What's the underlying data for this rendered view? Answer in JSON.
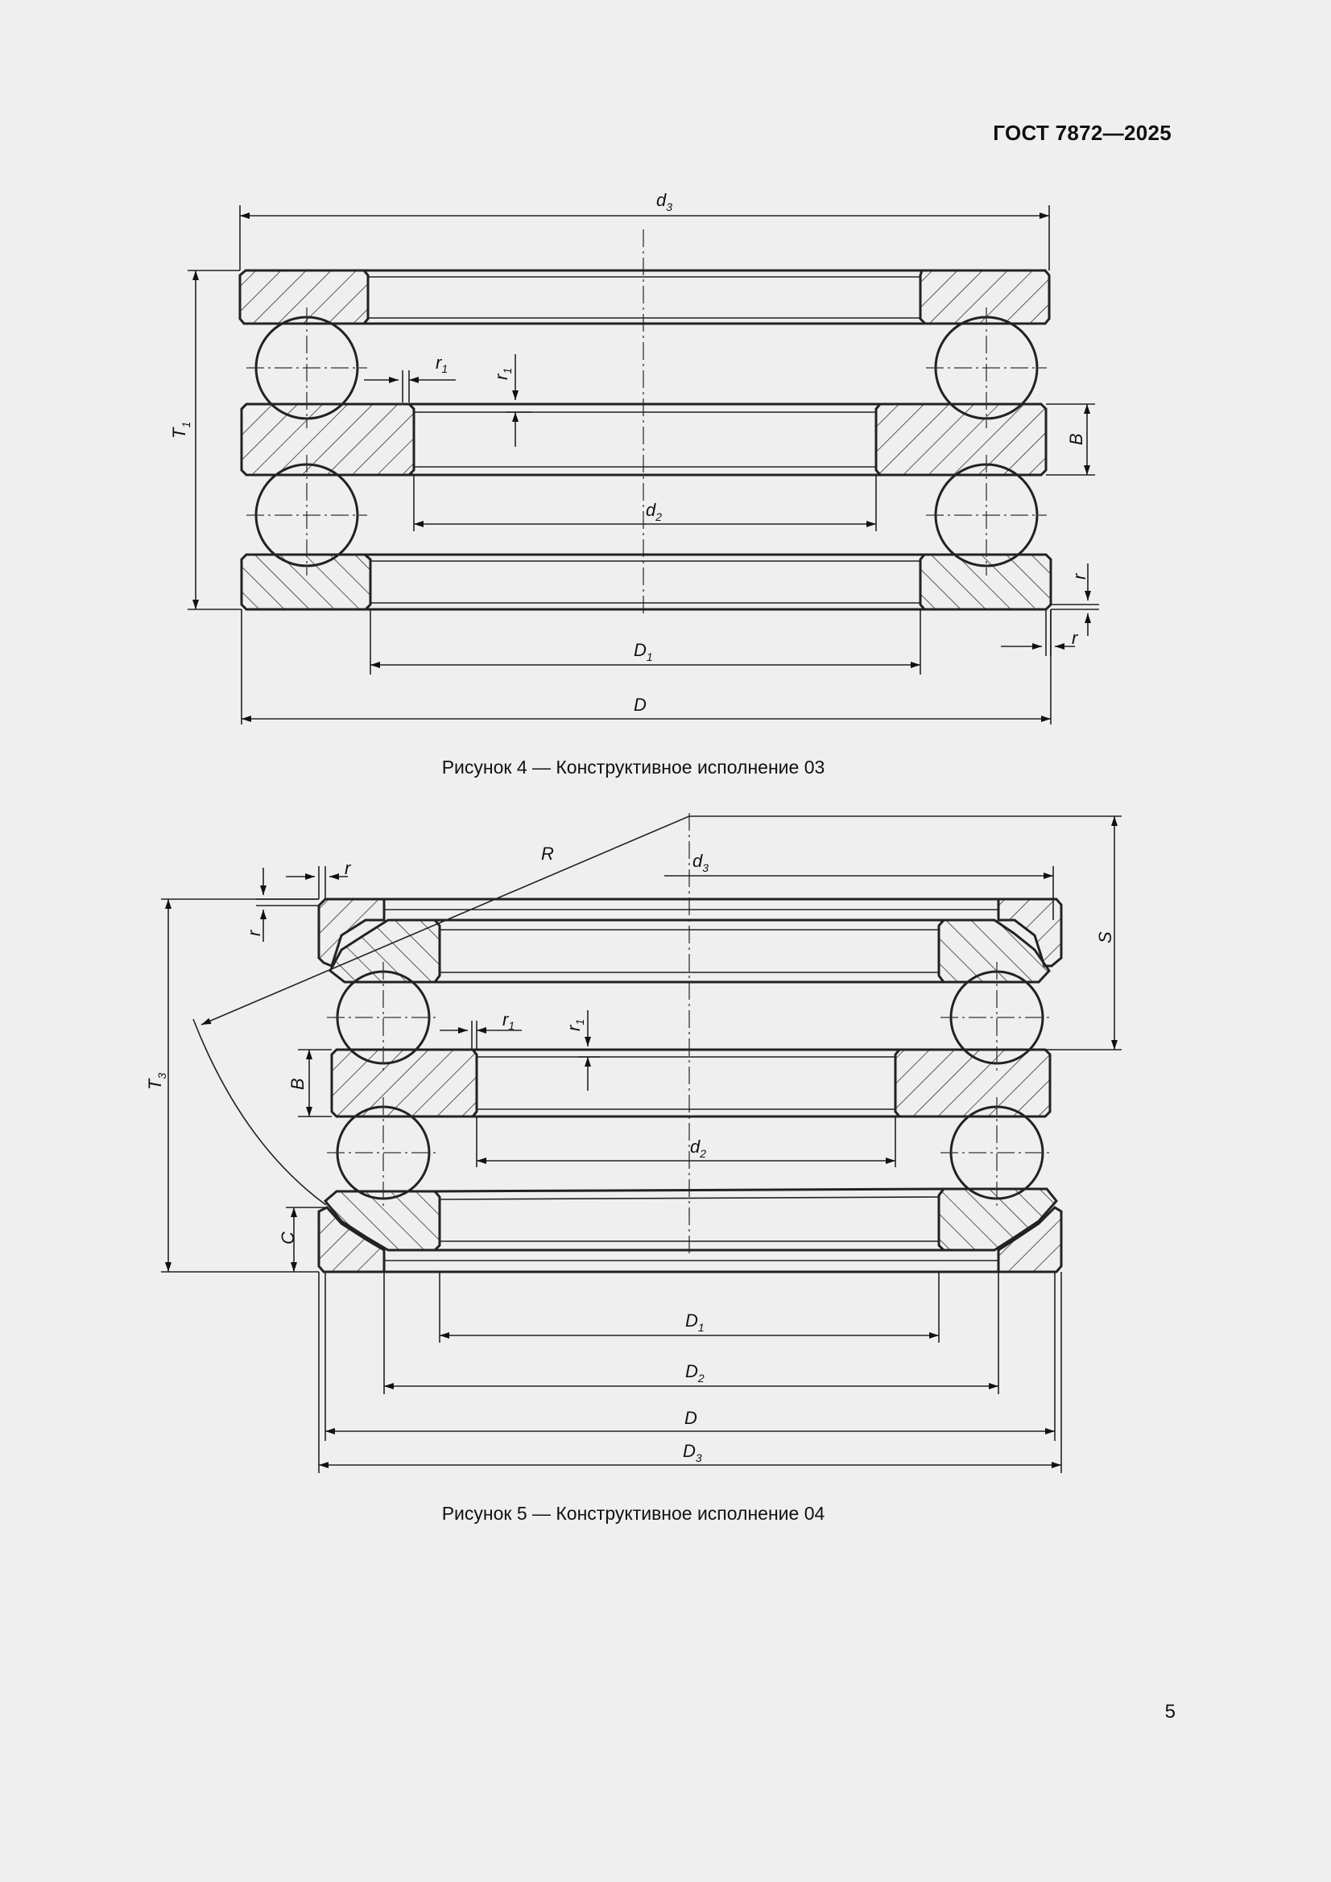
{
  "header": {
    "standard": "ГОСТ 7872—2025"
  },
  "figure4": {
    "caption": "Рисунок 4 — Конструктивное исполнение 03",
    "labels": {
      "d3": "d",
      "d3_sub": "3",
      "T1": "T",
      "T1_sub": "1",
      "r1a": "r",
      "r1a_sub": "1",
      "r1b": "r",
      "r1b_sub": "1",
      "B": "B",
      "d2": "d",
      "d2_sub": "2",
      "r_a": "r",
      "r_b": "r",
      "D1": "D",
      "D1_sub": "1",
      "D": "D"
    }
  },
  "figure5": {
    "caption": "Рисунок 5 — Конструктивное исполнение 04",
    "labels": {
      "R": "R",
      "r_top": "r",
      "r_left": "r",
      "d3": "d",
      "d3_sub": "3",
      "S": "S",
      "T3": "T",
      "T3_sub": "3",
      "r1a": "r",
      "r1a_sub": "1",
      "r1b": "r",
      "r1b_sub": "1",
      "B": "B",
      "d2": "d",
      "d2_sub": "2",
      "C": "C",
      "D1": "D",
      "D1_sub": "1",
      "D2": "D",
      "D2_sub": "2",
      "D": "D",
      "D3": "D",
      "D3_sub": "3"
    }
  },
  "page_number": "5"
}
